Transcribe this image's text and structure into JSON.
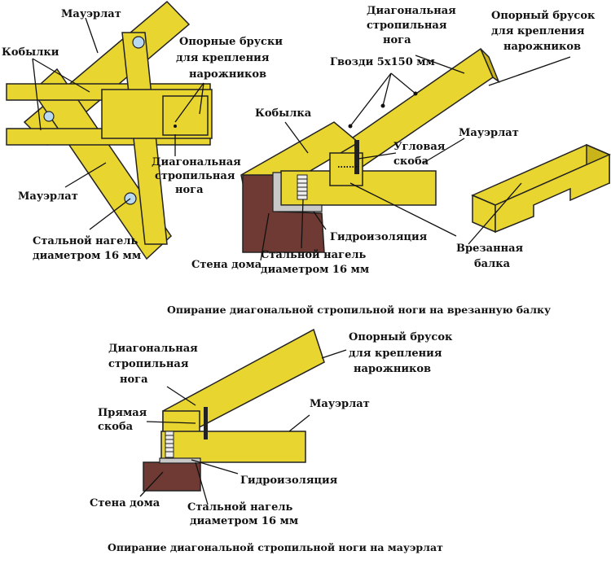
{
  "labels": {
    "top_left": {
      "mauerlat_top": "Мауэрлат",
      "kobylki": "Кобылки",
      "supports_1": "Опорные бруски",
      "supports_2": "для крепления",
      "supports_3": "нарожников",
      "diag_1": "Диагональная",
      "diag_2": "стропильная",
      "diag_3": "нога",
      "mauerlat_bottom": "Мауэрлат",
      "peg_1": "Стальной нагель",
      "peg_2": "диаметром 16 мм"
    },
    "top_right": {
      "diag_1": "Диагональная",
      "diag_2": "стропильная",
      "diag_3": "нога",
      "support_1": "Опорный брусок",
      "support_2": "для крепления",
      "support_3": "нарожников",
      "nails": "Гвозди 5х150 мм",
      "kobylka": "Кобылка",
      "mauerlat": "Мауэрлат",
      "corner_1": "Угловая",
      "corner_2": "скоба",
      "waterproof": "Гидроизоляция",
      "wall": "Стена дома",
      "peg_1": "Стальной нагель",
      "peg_2": "диаметром 16 мм",
      "beam_1": "Врезанная",
      "beam_2": "балка"
    },
    "caption_top": "Опирание диагональной стропильной ноги на врезанную балку",
    "bottom": {
      "diag_1": "Диагональная",
      "diag_2": "стропильная",
      "diag_3": "нога",
      "support_1": "Опорный брусок",
      "support_2": "для крепления",
      "support_3": "нарожников",
      "mauerlat": "Мауэрлат",
      "bracket_1": "Прямая",
      "bracket_2": "скоба",
      "waterproof": "Гидроизоляция",
      "wall": "Стена дома",
      "peg_1": "Стальной нагель",
      "peg_2": "диаметром 16 мм"
    },
    "caption_bottom": "Опирание диагональной стропильной ноги на мауэрлат"
  },
  "colors": {
    "wood": "#e8d530",
    "wall": "#6e3a33",
    "waterproofing": "#c8c8c8",
    "peg": "#b9d9f0"
  }
}
